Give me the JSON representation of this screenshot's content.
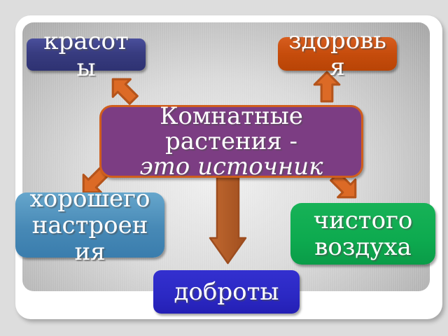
{
  "slide": {
    "background_color": "#dddddd",
    "card_color": "#ffffff",
    "panel_gradient": {
      "center": "#f1f1f1",
      "edge": "#a3a3a3"
    },
    "title_box": {
      "line1": "Комнатные",
      "line2": "растения -",
      "line3": "это источник",
      "fill": "#7c3d83",
      "border_color": "#d05e1d",
      "text_color": "#ffffff"
    },
    "nodes": {
      "beauty": {
        "line1": "красот",
        "line2": "ы",
        "fill": "#383c80"
      },
      "health": {
        "line1": "здоровь",
        "line2": "я",
        "fill": "#c64c0c"
      },
      "mood": {
        "line1": "хорошего",
        "line2": "настроен",
        "line3": "ия",
        "fill": "#4789b6"
      },
      "air": {
        "line1": "чистого",
        "line2": "воздуха",
        "fill": "#0daa4f"
      },
      "kindness": {
        "line1": "доброты",
        "fill": "#2b28c3"
      }
    },
    "arrows": {
      "small_fill": "#dc6a26",
      "small_stroke": "#b5541b",
      "big_fill_light": "#c1682f",
      "big_fill_dark": "#a04f1f",
      "big_stroke": "#9d4d1f",
      "directions": [
        "up-left",
        "up",
        "down-left",
        "down-right",
        "down"
      ]
    }
  }
}
